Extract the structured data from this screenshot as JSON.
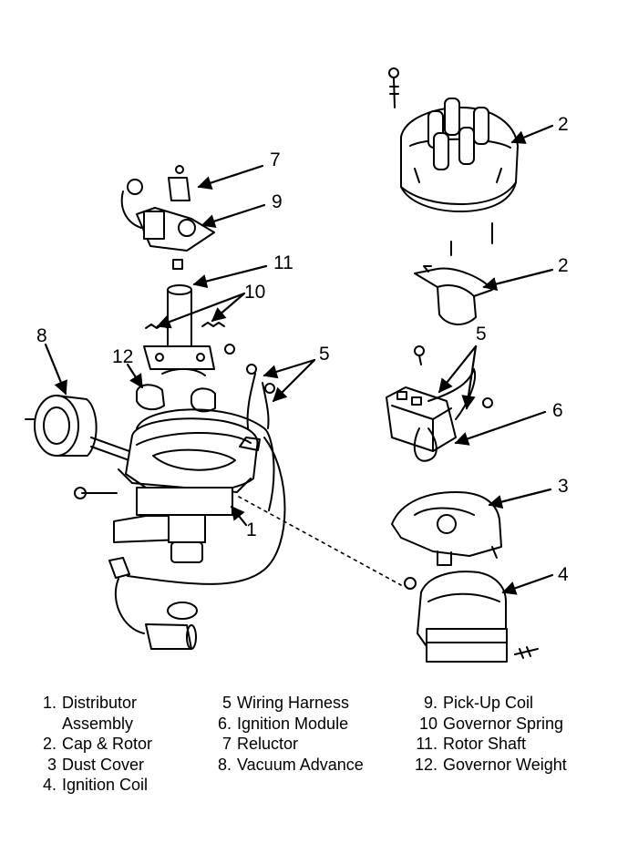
{
  "callouts": {
    "c7": "7",
    "c9": "9",
    "c11": "11",
    "c10": "10",
    "c8": "8",
    "c12": "12",
    "c5_left": "5",
    "c1": "1",
    "c2_cap": "2",
    "c2_rotor": "2",
    "c5_right": "5",
    "c6": "6",
    "c3": "3",
    "c4": "4"
  },
  "legend": {
    "col1": [
      {
        "num": "1.",
        "text": "Distributor",
        "cont": "Assembly"
      },
      {
        "num": "2.",
        "text": "Cap & Rotor"
      },
      {
        "num": "3",
        "text": "Dust Cover"
      },
      {
        "num": "4.",
        "text": "Ignition Coil"
      }
    ],
    "col2": [
      {
        "num": "5",
        "text": "Wiring Harness"
      },
      {
        "num": "6.",
        "text": "Ignition Module"
      },
      {
        "num": "7",
        "text": "Reluctor"
      },
      {
        "num": "8.",
        "text": "Vacuum Advance"
      }
    ],
    "col3": [
      {
        "num": "9.",
        "text": "Pick-Up Coil"
      },
      {
        "num": "10",
        "text": "Governor Spring"
      },
      {
        "num": "11.",
        "text": "Rotor Shaft"
      },
      {
        "num": "12.",
        "text": "Governor Weight"
      }
    ]
  }
}
